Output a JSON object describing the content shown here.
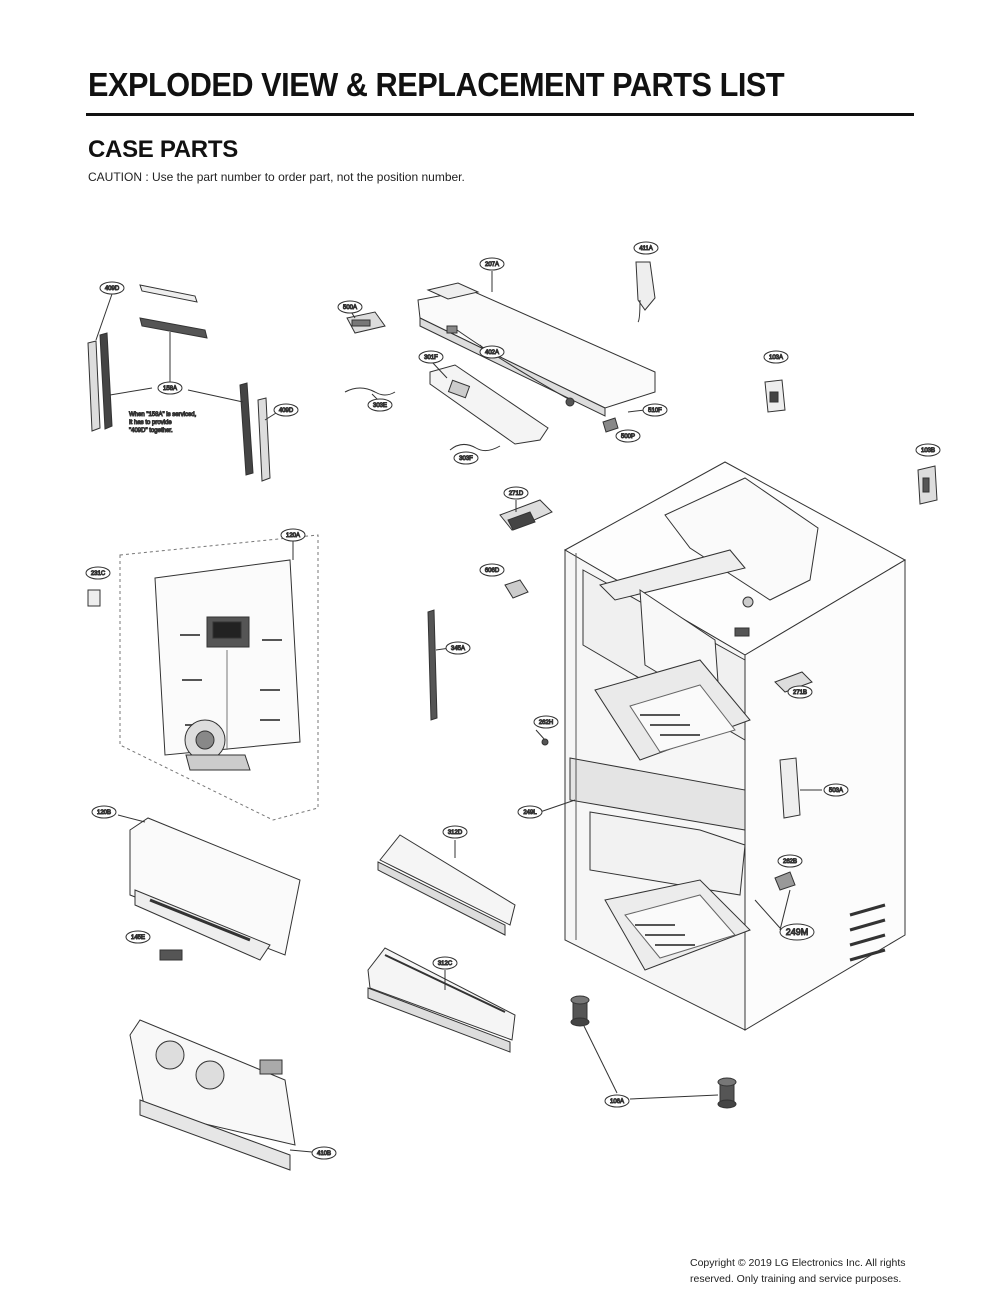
{
  "header": {
    "title": "EXPLODED VIEW & REPLACEMENT PARTS LIST",
    "section": "CASE PARTS",
    "caution": "CAUTION : Use the part number to order part, not the position number."
  },
  "diagram": {
    "labels": {
      "409D_top": "409D",
      "158A": "158A",
      "409D_right": "409D",
      "500A": "500A",
      "207A": "207A",
      "411A": "411A",
      "301F": "301F",
      "402A": "402A",
      "303E": "303E",
      "510F": "510F",
      "500P": "500P",
      "303F": "303F",
      "103A": "103A",
      "103B": "103B",
      "271D": "271D",
      "120A": "120A",
      "231C": "231C",
      "606D": "606D",
      "345A": "345A",
      "271B": "271B",
      "262H": "262H",
      "249L": "249L",
      "503A": "503A",
      "120B": "120B",
      "312D": "312D",
      "262B": "262B",
      "249M": "249M",
      "145E": "145E",
      "312C": "312C",
      "106A": "106A",
      "410B": "410B"
    },
    "note": [
      "When \"158A\" is serviced,",
      "It has to provide",
      "\"409D\" together."
    ]
  },
  "footer": {
    "copyright_line1": "Copyright © 2019  LG Electronics Inc. All rights",
    "copyright_line2": "reserved. Only training and service purposes."
  }
}
